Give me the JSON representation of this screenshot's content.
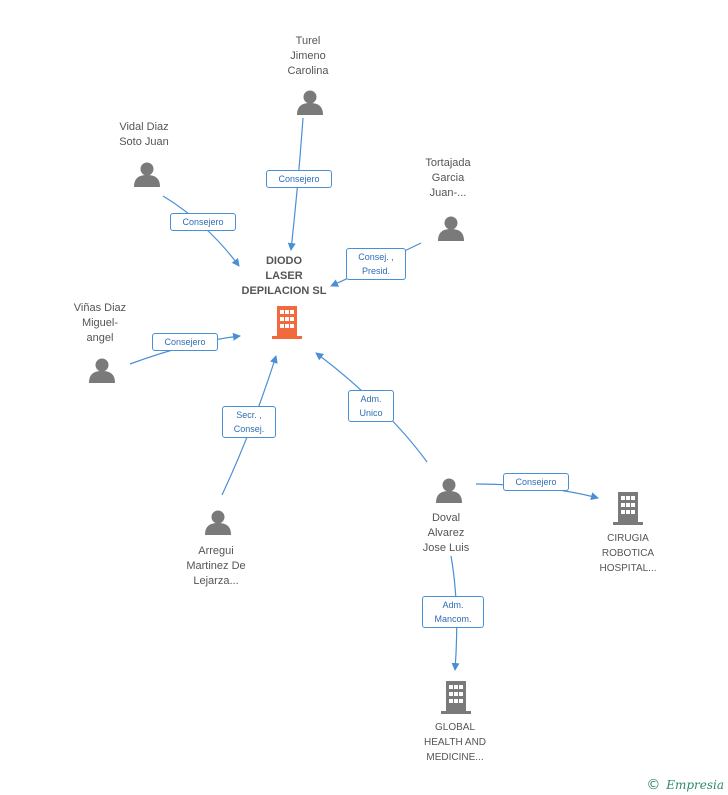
{
  "colors": {
    "edge": "#4a8fd6",
    "person_icon": "#7a7a7a",
    "company_main": "#f26a3c",
    "company": "#7a7a7a",
    "label_text": "#555555"
  },
  "nodes": {
    "main": {
      "label": "DIODO\nLASER\nDEPILACION SL",
      "icon": "building-icon"
    },
    "turel": {
      "label": "Turel\nJimeno\nCarolina",
      "icon": "person-icon"
    },
    "vidal": {
      "label": "Vidal Diaz\nSoto Juan",
      "icon": "person-icon"
    },
    "tortajada": {
      "label": "Tortajada\nGarcia\nJuan-...",
      "icon": "person-icon"
    },
    "vinas": {
      "label": "Viñas Diaz\nMiguel-\nangel",
      "icon": "person-icon"
    },
    "arregui": {
      "label": "Arregui\nMartinez De\nLejarza...",
      "icon": "person-icon"
    },
    "doval": {
      "label": "Doval\nAlvarez\nJose Luis",
      "icon": "person-icon"
    },
    "cirugia": {
      "label": "CIRUGIA\nROBOTICA\nHOSPITAL...",
      "icon": "building-icon"
    },
    "global": {
      "label": "GLOBAL\nHEALTH AND\nMEDICINE...",
      "icon": "building-icon"
    }
  },
  "edges": {
    "turel": "Consejero",
    "vidal": "Consejero",
    "tortajada": "Consej. ,\nPresid.",
    "vinas": "Consejero",
    "arregui": "Secr. ,\nConsej.",
    "doval": "Adm.\nUnico",
    "doval_cirugia": "Consejero",
    "doval_global": "Adm.\nMancom."
  },
  "brand": {
    "copyright": "©",
    "name": "Empresia"
  }
}
